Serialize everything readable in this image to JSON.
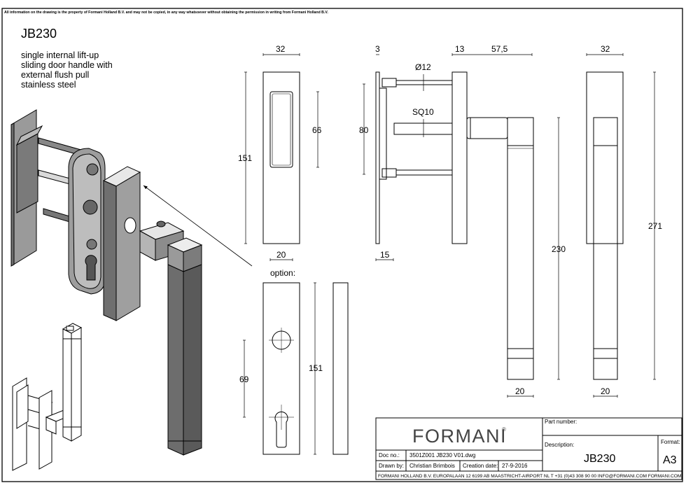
{
  "notice": "All information on the drawing is the property of Formani Holland B.V. and may not be copied, in any way whatsoever without obtaining the permission in writing from Formani Holland B.V.",
  "model": "JB230",
  "description_lines": [
    "single internal lift-up",
    "sliding door handle with",
    "external flush pull",
    "stainless steel"
  ],
  "option_label": "option:",
  "dimensions": {
    "plate_width": "32",
    "plate_height": "151",
    "recess_height": "66",
    "plate_bottom_width": "20",
    "opt_hole_spacing": "69",
    "opt_height": "151",
    "plate_thickness": "3",
    "side_height": "80",
    "rod_diameter": "Ø12",
    "spindle": "SQ10",
    "side_depth": "15",
    "rose_thickness": "13",
    "projection": "57,5",
    "lever_length": "230",
    "lever_width_side": "20",
    "back_width": "32",
    "total_height": "271",
    "back_bottom_width": "20"
  },
  "title_block": {
    "brand": "FORMANI",
    "brand_mark": "®",
    "part_number_label": "Part number:",
    "description_label": "Description:",
    "description_value": "JB230",
    "format_label": "Format:",
    "format_value": "A3",
    "doc_no_label": "Doc no.:",
    "doc_no_value": "3501Z001 JB230 V01.dwg",
    "drawn_by_label": "Drawn by:",
    "drawn_by_value": "Christian Brimbois",
    "creation_date_label": "Creation date:",
    "creation_date_value": "27-9-2016",
    "footer": "FORMANI HOLLAND B.V.  EUROPALAAN 12  6199 AB MAASTRICHT-AIRPORT NL  T +31 (0)43 308 90 00 INFO@FORMANI.COM FORMANI.COM"
  }
}
